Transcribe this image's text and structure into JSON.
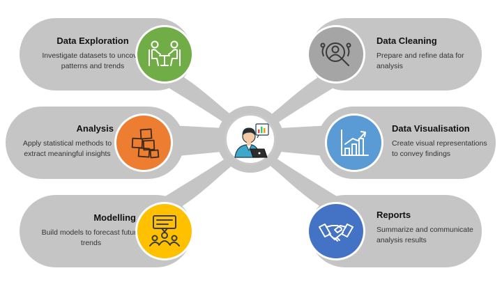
{
  "colors": {
    "pill": "#c5c5c5",
    "exploration": "#70ad47",
    "cleaning": "#a5a5a5",
    "analysis": "#ed7d31",
    "visualisation": "#5b9bd5",
    "modelling": "#ffc000",
    "reports": "#4472c4"
  },
  "items": {
    "exploration": {
      "title": "Data Exploration",
      "desc": "Investigate datasets to uncover patterns and trends",
      "icon": "meeting-icon"
    },
    "cleaning": {
      "title": "Data Cleaning",
      "desc": "Prepare and refine data for analysis",
      "icon": "user-search-icon"
    },
    "analysis": {
      "title": "Analysis",
      "desc": "Apply statistical methods to extract meaningful insights",
      "icon": "sticky-notes-icon"
    },
    "visualisation": {
      "title": "Data Visualisation",
      "desc": "Create visual representations to convey findings",
      "icon": "bar-chart-icon"
    },
    "modelling": {
      "title": "Modelling",
      "desc": "Build models to forecast future trends",
      "icon": "presentation-group-icon"
    },
    "reports": {
      "title": "Reports",
      "desc": "Summarize and communicate analysis results",
      "icon": "handshake-icon"
    }
  },
  "hub": {
    "icon": "analyst-laptop-icon"
  }
}
